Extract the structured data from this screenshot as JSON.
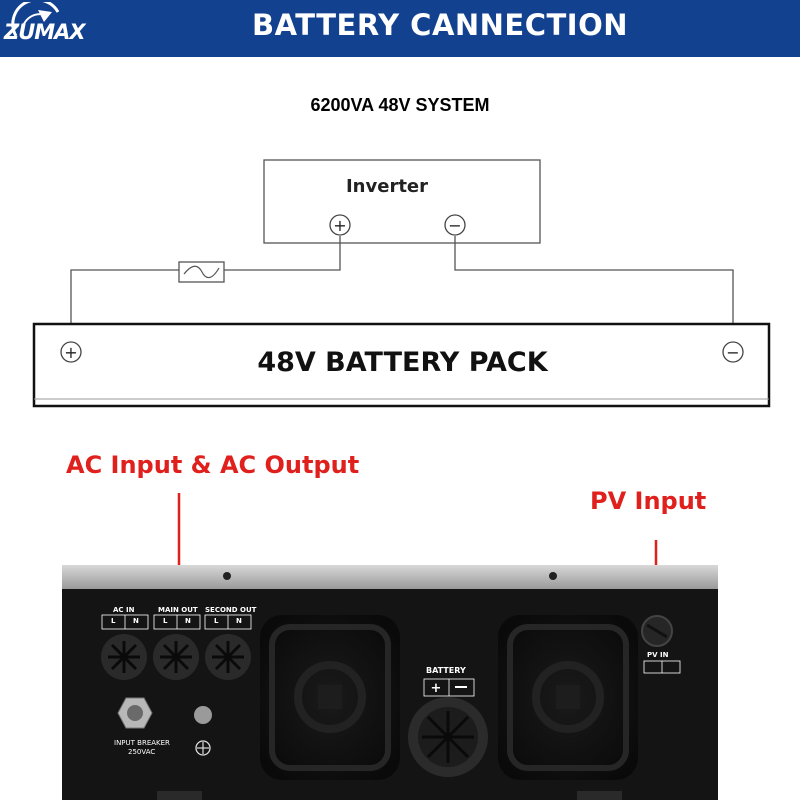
{
  "header": {
    "logo_text": "ZUMAX",
    "title": "BATTERY CANNECTION",
    "color": "#12418f"
  },
  "diagram": {
    "system_label": "6200VA 48V SYSTEM",
    "inverter_label": "Inverter",
    "battery_pack_label": "48V BATTERY PACK",
    "positive_symbol": "+",
    "negative_symbol": "−"
  },
  "photo": {
    "callout_ac": "AC Input & AC Output",
    "callout_pv": "PV Input",
    "callout_color": "#e0201c",
    "ports": {
      "ac_in": "AC IN",
      "main_out": "MAIN OUT",
      "second_out": "SECOND OUT",
      "l": "L",
      "n": "N",
      "battery": "BATTERY",
      "pv_in": "PV  IN",
      "input_breaker": "INPUT  BREAKER",
      "breaker_rating": "250VAC"
    }
  }
}
